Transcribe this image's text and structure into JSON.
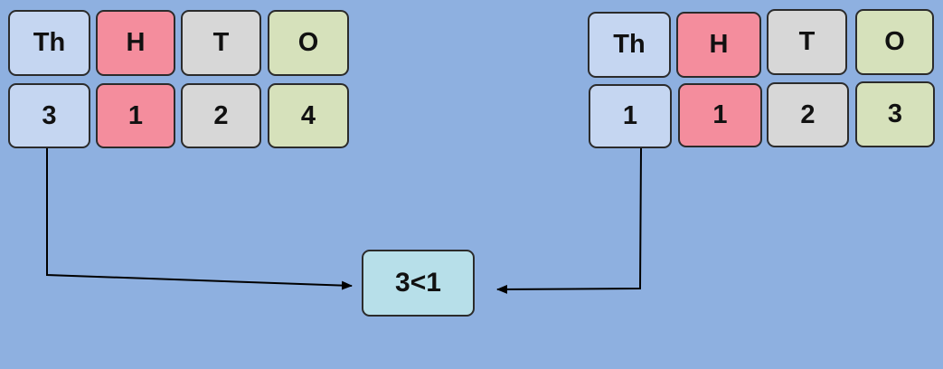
{
  "colors": {
    "background": "#8eb0e0",
    "thousands": "#c5d6f1",
    "hundreds": "#f48d9d",
    "tens": "#d7d7d7",
    "ones": "#d6e1bb",
    "result": "#b7dfe9",
    "border": "#2b2b2b"
  },
  "left_number": {
    "headers": [
      "Th",
      "H",
      "T",
      "O"
    ],
    "digits": [
      "3",
      "1",
      "2",
      "4"
    ]
  },
  "right_number": {
    "headers": [
      "Th",
      "H",
      "T",
      "O"
    ],
    "digits": [
      "1",
      "1",
      "2",
      "3"
    ]
  },
  "comparison": {
    "text": "3<1"
  }
}
